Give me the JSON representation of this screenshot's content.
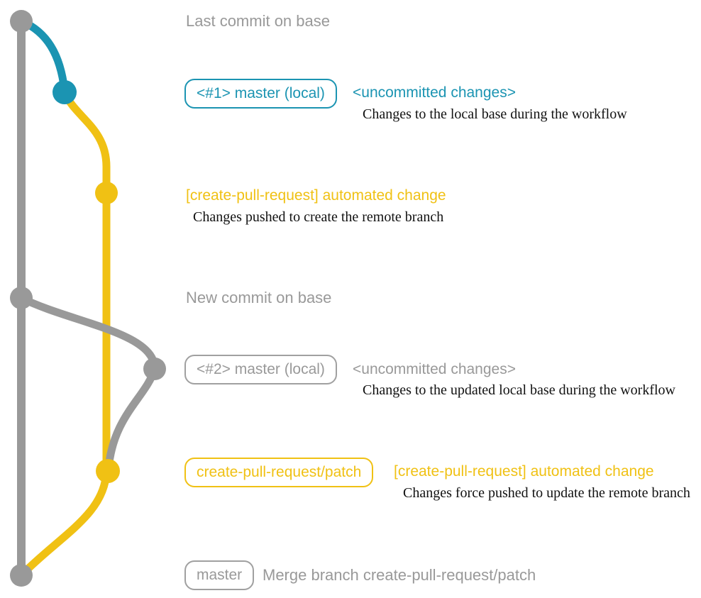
{
  "colors": {
    "gray": "#999999",
    "blue": "#1b94b2",
    "yellow": "#f0c114",
    "description_text": "#111111",
    "background": "#ffffff"
  },
  "rows": {
    "last_commit": {
      "label": "Last commit on base"
    },
    "uncommitted_1": {
      "tag": "<#1> master (local)",
      "title": "<uncommitted changes>",
      "description": "Changes to the local base during the workflow"
    },
    "automated_1": {
      "title": "[create-pull-request] automated change",
      "description": "Changes pushed to create the remote branch"
    },
    "new_commit": {
      "label": "New commit on base"
    },
    "uncommitted_2": {
      "tag": "<#2> master (local)",
      "title": "<uncommitted changes>",
      "description": "Changes to the updated local base during the workflow"
    },
    "automated_2": {
      "tag": "create-pull-request/patch",
      "title": "[create-pull-request] automated change",
      "description": "Changes force pushed to update the remote branch"
    },
    "merge": {
      "tag": "master",
      "label": "Merge branch create-pull-request/patch"
    }
  },
  "graph": {
    "branches": [
      {
        "name": "base",
        "color": "#999999"
      },
      {
        "name": "master (local)",
        "color": "#1b94b2"
      },
      {
        "name": "create-pull-request/patch",
        "color": "#f0c114"
      }
    ],
    "commits": [
      {
        "id": "last-commit-on-base",
        "branch": "base",
        "color": "#999999"
      },
      {
        "id": "uncommitted-changes-1",
        "branch": "master (local)",
        "color": "#1b94b2"
      },
      {
        "id": "automated-change-1",
        "branch": "create-pull-request/patch",
        "color": "#f0c114"
      },
      {
        "id": "new-commit-on-base",
        "branch": "base",
        "color": "#999999"
      },
      {
        "id": "uncommitted-changes-2",
        "branch": "master (local)",
        "color": "#999999"
      },
      {
        "id": "automated-change-2",
        "branch": "create-pull-request/patch",
        "color": "#f0c114"
      },
      {
        "id": "merge-commit",
        "branch": "base",
        "color": "#999999"
      }
    ]
  }
}
